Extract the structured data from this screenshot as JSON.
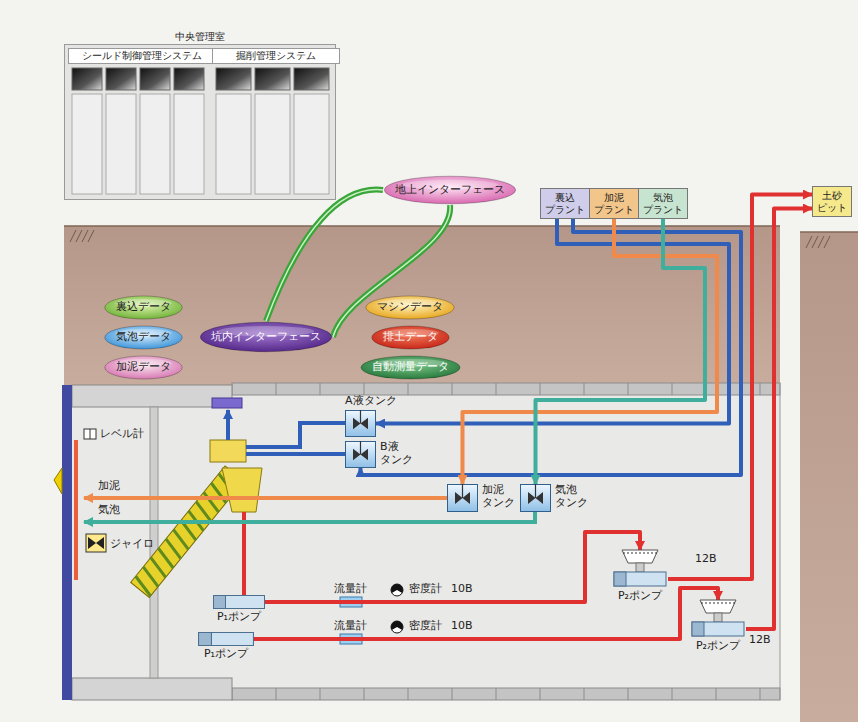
{
  "diagram": {
    "nodes": [
      {
        "text": [
          "中央管理室"
        ]
      },
      {
        "text": [
          "シールド制御管理システム"
        ],
        "in": 0
      },
      {
        "text": [
          "掘削管理システム"
        ],
        "in": 0
      },
      {
        "text": [
          "地上インターフェース"
        ]
      },
      {
        "text": [
          "裏込 プラント"
        ]
      },
      {
        "text": [
          "加泥 プラント"
        ]
      },
      {
        "text": [
          "気泡 プラント"
        ]
      },
      {
        "text": [
          "土砂 ピット"
        ]
      },
      {
        "text": [
          "裏込データ"
        ]
      },
      {
        "text": [
          "気泡データ"
        ]
      },
      {
        "text": [
          "加泥データ"
        ]
      },
      {
        "text": [
          "坑内インターフェース"
        ]
      },
      {
        "text": [
          "マシンデータ"
        ]
      },
      {
        "text": [
          "排土データ"
        ]
      },
      {
        "text": [
          "自動測量データ"
        ]
      },
      {
        "text": [
          "A液タンク"
        ]
      },
      {
        "text": [
          "B液 タンク"
        ]
      },
      {
        "text": [
          "加泥 タンク"
        ]
      },
      {
        "text": [
          "気泡 タンク"
        ]
      },
      {
        "text": [
          "P₂ポンプ"
        ]
      },
      {
        "text": [
          "P₁ポンプ"
        ]
      },
      {
        "text": [
          "P₂ポンプ"
        ]
      },
      {
        "text": [
          "P₁ポンプ"
        ]
      }
    ],
    "edges": [
      {
        "from": 11,
        "to": 3,
        "arrow": "none"
      },
      {
        "from": 11,
        "to": 3,
        "arrow": "none"
      },
      {
        "from": 4,
        "to": 15,
        "arrow": "to"
      },
      {
        "from": 4,
        "to": 16,
        "arrow": "to"
      },
      {
        "from": 5,
        "to": 17,
        "arrow": "to"
      },
      {
        "from": 6,
        "to": 18,
        "arrow": "to"
      },
      {
        "from": 20,
        "to": 19,
        "arrow": "to"
      },
      {
        "from": 19,
        "to": 7,
        "arrow": "to"
      },
      {
        "from": 22,
        "to": 21,
        "arrow": "to"
      },
      {
        "from": 21,
        "to": 7,
        "arrow": "to"
      }
    ],
    "labels": [
      "レベル計",
      "加泥",
      "気泡",
      "ジャイロ",
      "流量計",
      "密度計",
      "10B",
      "流量計",
      "密度計",
      "10B",
      "12B",
      "12B"
    ]
  }
}
